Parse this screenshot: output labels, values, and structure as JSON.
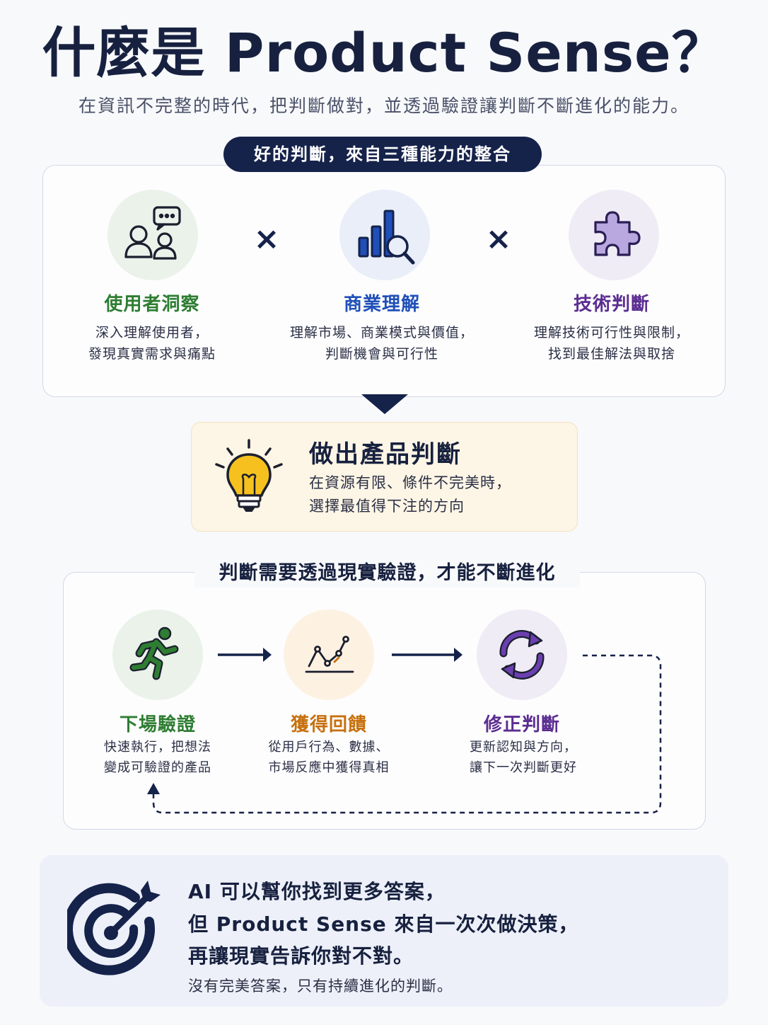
{
  "header": {
    "title": "什麼是 Product Sense？",
    "subtitle": "在資訊不完整的時代，把判斷做對，並透過驗證讓判斷不斷進化的能力。"
  },
  "abilities": {
    "badge": "好的判斷，來自三種能力的整合",
    "operator": "×",
    "items": [
      {
        "title": "使用者洞察",
        "desc1": "深入理解使用者，",
        "desc2": "發現真實需求與痛點",
        "icon": "users-chat-icon",
        "color": "#2e7d32"
      },
      {
        "title": "商業理解",
        "desc1": "理解市場、商業模式與價值，",
        "desc2": "判斷機會與可行性",
        "icon": "bar-chart-search-icon",
        "color": "#1f4fb8"
      },
      {
        "title": "技術判斷",
        "desc1": "理解技術可行性與限制，",
        "desc2": "找到最佳解法與取捨",
        "icon": "puzzle-icon",
        "color": "#5b2d91"
      }
    ]
  },
  "decision": {
    "title": "做出產品判斷",
    "desc1": "在資源有限、條件不完美時，",
    "desc2": "選擇最值得下注的方向",
    "icon": "lightbulb-icon"
  },
  "loop": {
    "title": "判斷需要透過現實驗證，才能不斷進化",
    "steps": [
      {
        "title": "下場驗證",
        "desc1": "快速執行，把想法",
        "desc2": "變成可驗證的產品",
        "icon": "running-person-icon",
        "color": "#2e7d32"
      },
      {
        "title": "獲得回饋",
        "desc1": "從用戶行為、數據、",
        "desc2": "市場反應中獲得真相",
        "icon": "line-chart-icon",
        "color": "#c7700e"
      },
      {
        "title": "修正判斷",
        "desc1": "更新認知與方向，",
        "desc2": "讓下一次判斷更好",
        "icon": "refresh-cycle-icon",
        "color": "#5b2d91"
      }
    ]
  },
  "closing": {
    "line1": "AI 可以幫你找到更多答案，",
    "line2": "但 Product Sense 來自一次次做決策，",
    "line3": "再讓現實告訴你對不對。",
    "sub": "沒有完美答案，只有持續進化的判斷。",
    "icon": "target-arrow-icon"
  }
}
